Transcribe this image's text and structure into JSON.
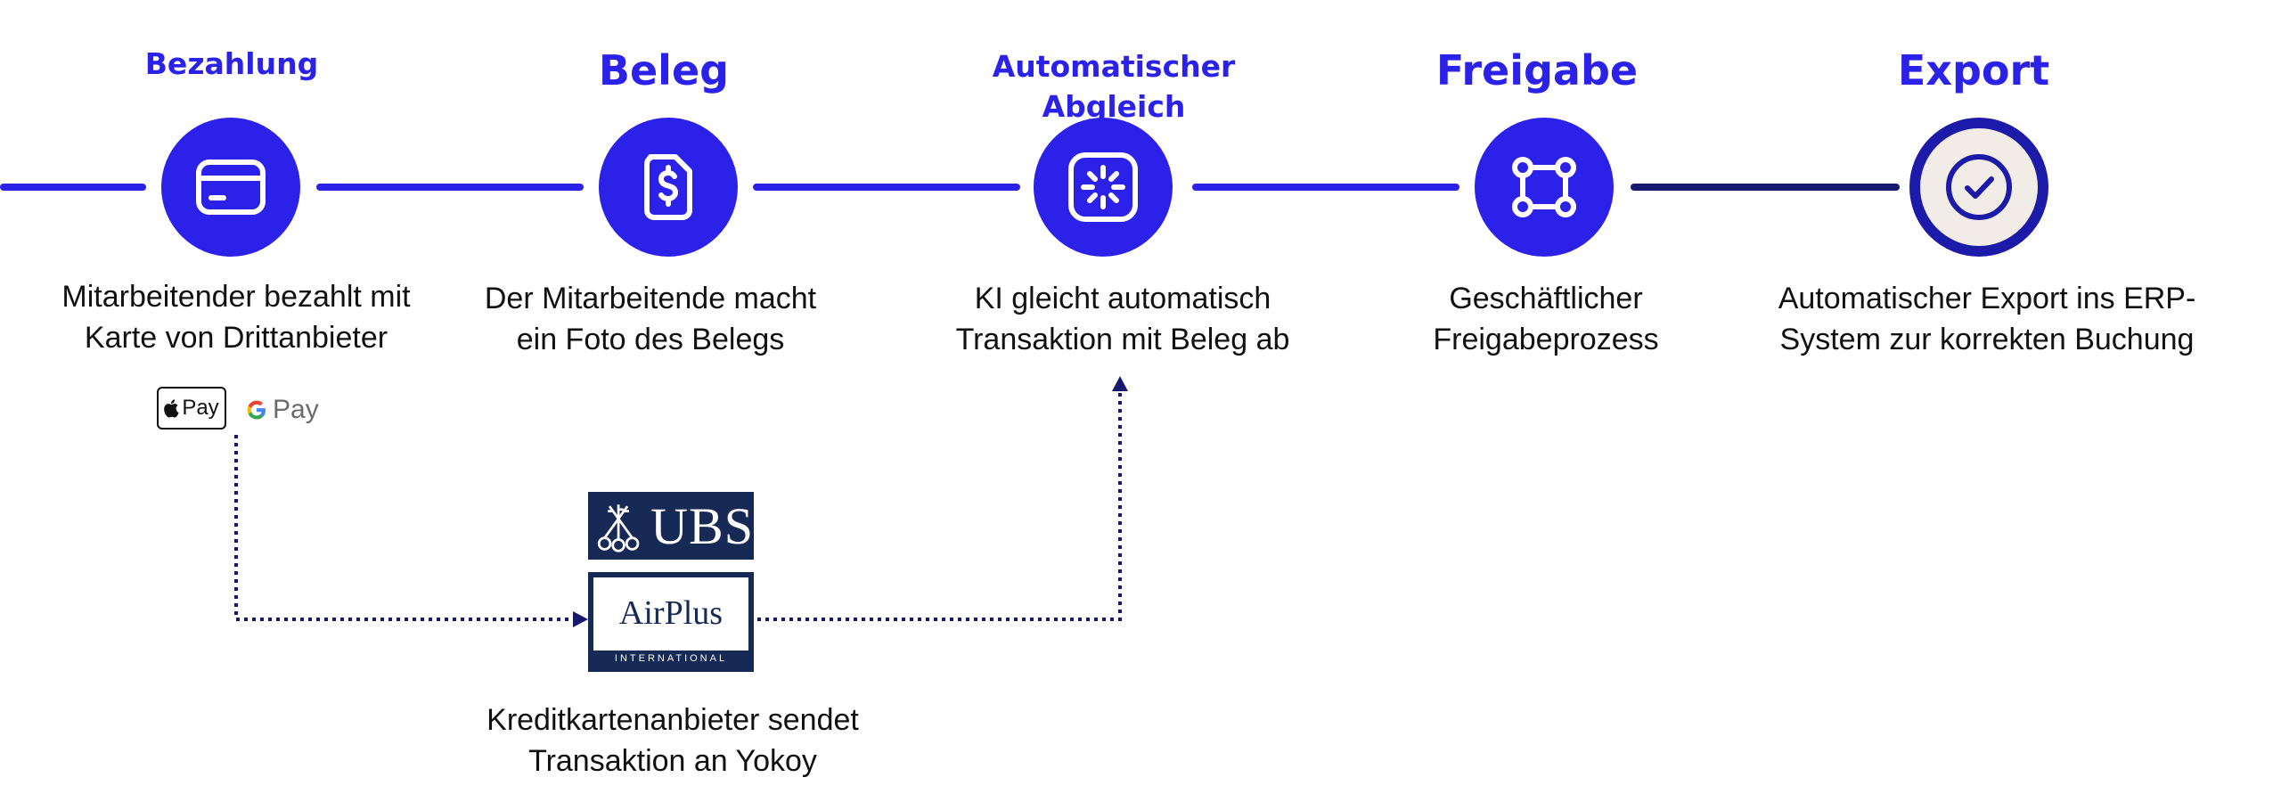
{
  "steps": [
    {
      "title": "Bezahlung",
      "desc": "Mitarbeitender bezahlt mit\nKarte von Drittanbieter",
      "icon": "credit-card-icon"
    },
    {
      "title": "Beleg",
      "desc": "Der Mitarbeitende macht\nein Foto des Belegs",
      "icon": "receipt-dollar-icon"
    },
    {
      "title": "Automatischer\nAbgleich",
      "desc": "KI gleicht automatisch\nTransaktion mit Beleg ab",
      "icon": "loader-icon"
    },
    {
      "title": "Freigabe",
      "desc": "Geschäftlicher\nFreigabeprozess",
      "icon": "workflow-icon"
    },
    {
      "title": "Export",
      "desc": "Automatischer Export ins ERP-\nSystem zur korrekten Buchung",
      "icon": "check-circle-icon"
    }
  ],
  "payment_badges": {
    "apple_pay": "Pay",
    "google_pay": "Pay"
  },
  "provider": {
    "ubs": "UBS",
    "airplus": "AirPlus",
    "airplus_sub": "INTERNATIONAL",
    "desc": "Kreditkartenanbieter sendet\nTransaktion an Yokoy"
  },
  "colors": {
    "accent": "#2b21e8",
    "navy": "#16196e",
    "export_fill": "#f1ece6",
    "text": "#111111"
  }
}
